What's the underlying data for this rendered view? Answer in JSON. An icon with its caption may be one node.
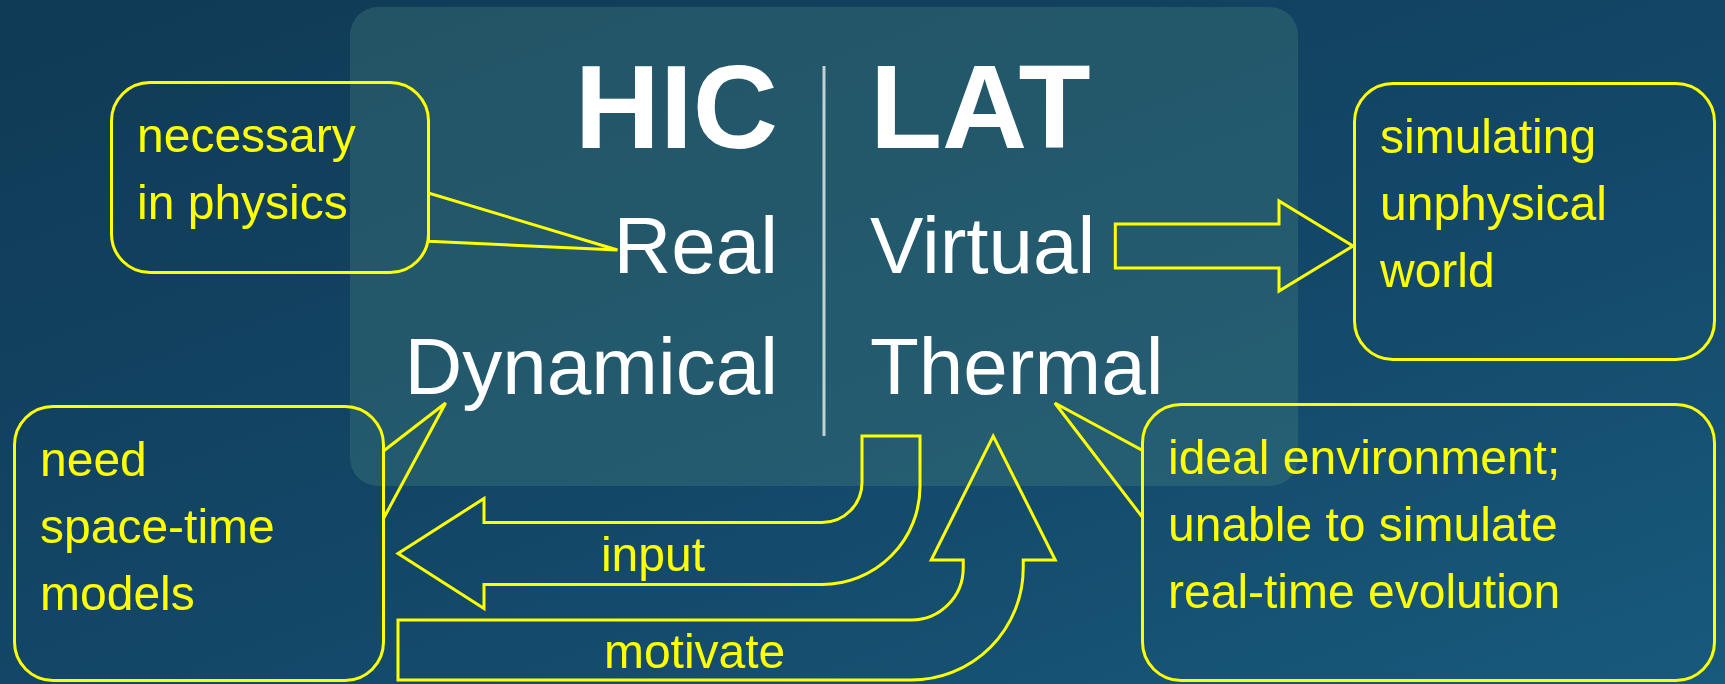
{
  "diagram": {
    "nodes": [
      {
        "text": [],
        "shape": "box"
      },
      {
        "text": [
          "necessary in physics"
        ]
      },
      {
        "text": [
          "HIC"
        ],
        "in": 0
      },
      {
        "text": [
          "LAT"
        ],
        "in": 0
      },
      {
        "text": [
          "simulating unphysical world"
        ]
      },
      {
        "text": [
          "Real"
        ],
        "in": 0
      },
      {
        "text": [
          "Virtual"
        ],
        "in": 0
      },
      {
        "text": [
          "Dynamical"
        ],
        "in": 0
      },
      {
        "text": [
          "Thermal"
        ],
        "in": 0
      },
      {
        "text": [
          "need space-time models"
        ]
      },
      {
        "text": [
          "ideal environment; unable to simulate real-time evolution"
        ]
      }
    ],
    "edges": [
      {
        "from": 1,
        "to": 5,
        "arrow": "none"
      },
      {
        "from": 6,
        "to": 4,
        "arrow": "to"
      },
      {
        "from": 9,
        "to": 7,
        "arrow": "none"
      },
      {
        "from": 10,
        "to": 8,
        "arrow": "none"
      },
      {
        "from": 8,
        "to": 9,
        "arrow": "to",
        "label": "input"
      },
      {
        "from": 9,
        "to": 8,
        "arrow": "to",
        "label": "motivate"
      }
    ]
  }
}
